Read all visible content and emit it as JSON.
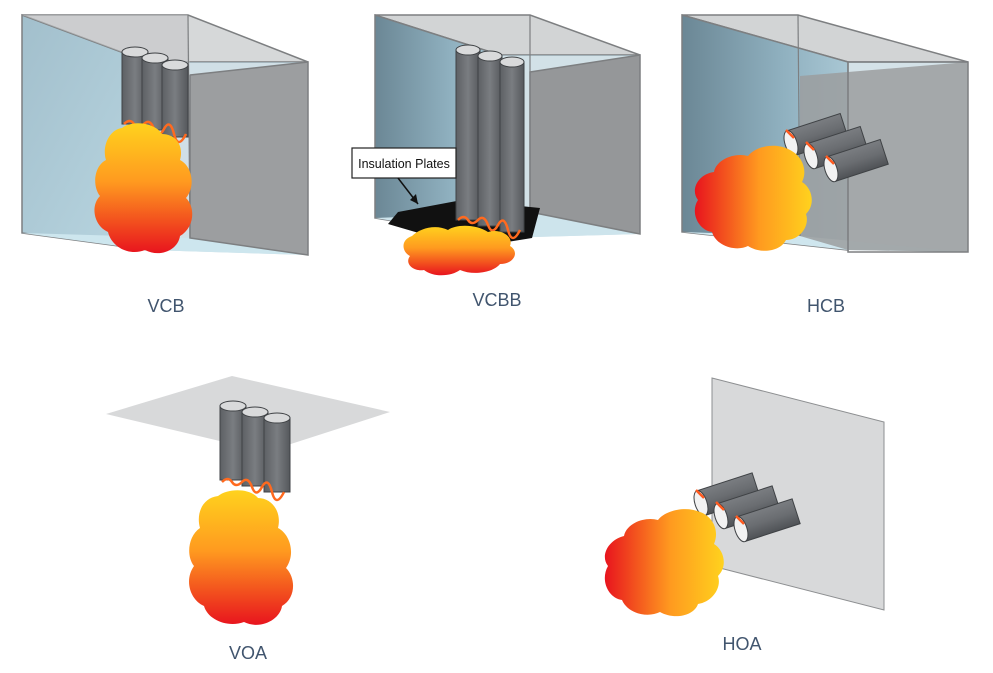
{
  "panels": [
    {
      "id": "vcb",
      "label": "VCB"
    },
    {
      "id": "vcbb",
      "label": "VCBB"
    },
    {
      "id": "hcb",
      "label": "HCB"
    },
    {
      "id": "voa",
      "label": "VOA"
    },
    {
      "id": "hoa",
      "label": "HOA"
    }
  ],
  "callout": {
    "text": "Insulation Plates"
  },
  "colors": {
    "box_back": "#c9cccd",
    "box_side": "#9a9c9e",
    "box_top": "#dcdedf",
    "box_glass": "#a9c7d4",
    "floor": "#cfe6ee",
    "cell": "#6c6f73",
    "cell_top": "#d9dadb",
    "plate": "#111111",
    "flame_hot": "#e8141e",
    "flame_cool": "#ffd21e",
    "caption": "#41556e"
  }
}
